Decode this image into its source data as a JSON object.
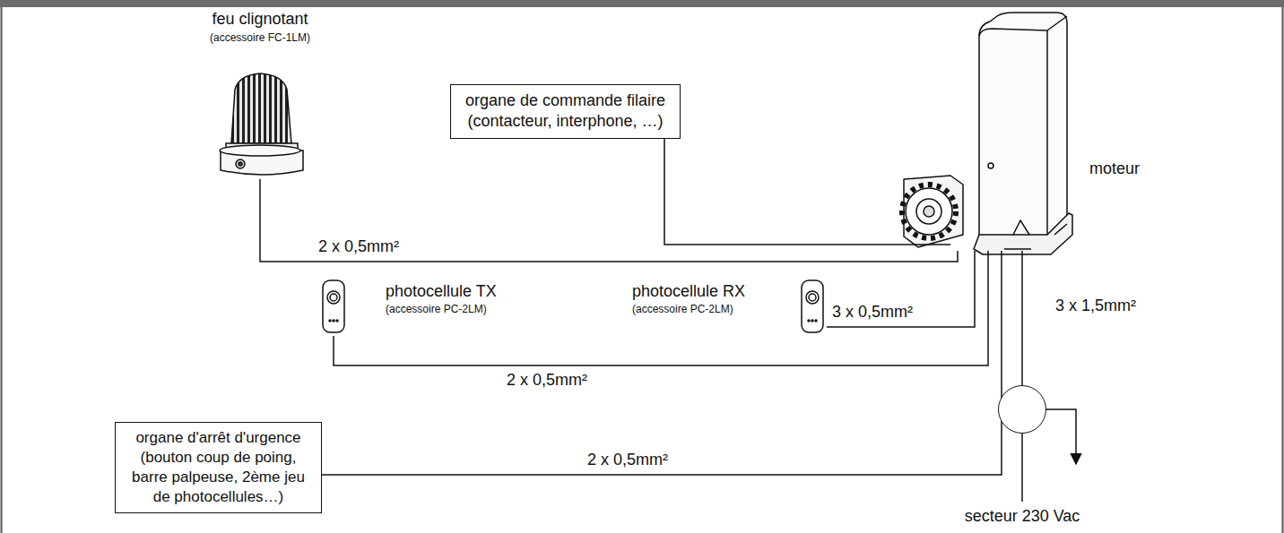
{
  "diagram": {
    "nodes": [
      {
        "text": [
          "feu clignotant",
          "(accessoire FC-1LM)"
        ]
      },
      {
        "text": [
          "organe de commande filaire (contacteur, interphone, …)"
        ]
      },
      {
        "text": [
          "moteur"
        ]
      },
      {
        "text": [
          "photocellule TX",
          "(accessoire PC-2LM)"
        ]
      },
      {
        "text": [
          "photocellule RX",
          "(accessoire PC-2LM)"
        ]
      },
      {
        "text": [
          "organe d'arrêt d'urgence (bouton coup de poing, barre palpeuse, 2ème jeu de photocellules…)"
        ]
      },
      {
        "text": [
          "secteur 230 Vac"
        ]
      }
    ],
    "edges": [
      {
        "from": 0,
        "to": 2,
        "label": "2 x 0,5mm²",
        "arrow": "none"
      },
      {
        "from": 1,
        "to": 2,
        "arrow": "none"
      },
      {
        "from": 3,
        "to": 2,
        "label": "2 x 0,5mm²",
        "arrow": "none"
      },
      {
        "from": 4,
        "to": 2,
        "label": "3 x 0,5mm²",
        "arrow": "none"
      },
      {
        "from": 5,
        "to": 2,
        "label": "2 x 0,5mm²",
        "arrow": "none"
      },
      {
        "from": 2,
        "to": 6,
        "label": "3 x 1,5mm²",
        "arrow": "none"
      }
    ]
  }
}
